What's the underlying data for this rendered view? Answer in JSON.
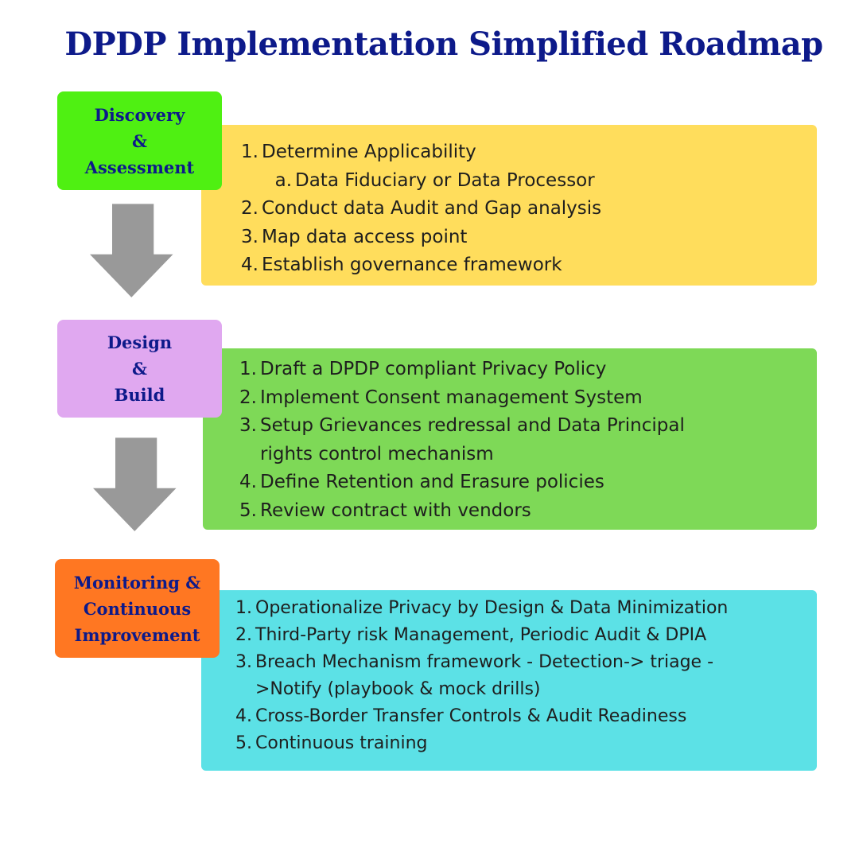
{
  "title": "DPDP Implementation Simplified Roadmap",
  "colors": {
    "title": "#0d1a8a",
    "stage1": "#4ff012",
    "panel1": "#ffdd5c",
    "stage2": "#e0a8f0",
    "panel2": "#7ed957",
    "stage3": "#ff7722",
    "panel3": "#5ce1e6",
    "arrow": "#999999"
  },
  "stages": [
    {
      "label_lines": [
        "Discovery",
        "&",
        "Assessment"
      ],
      "items": [
        {
          "num": "1.",
          "text": "Determine Applicability"
        },
        {
          "num": "a.",
          "text": "Data Fiduciary or Data Processor",
          "sub": true
        },
        {
          "num": "2.",
          "text": "Conduct data Audit and Gap analysis"
        },
        {
          "num": "3.",
          "text": "Map data access point"
        },
        {
          "num": "4.",
          "text": "Establish governance framework"
        }
      ]
    },
    {
      "label_lines": [
        "Design",
        "&",
        "Build"
      ],
      "items": [
        {
          "num": "1.",
          "text": "Draft a DPDP compliant Privacy Policy"
        },
        {
          "num": "2.",
          "text": "Implement Consent management System"
        },
        {
          "num": "3.",
          "text": "Setup Grievances redressal and Data Principal"
        },
        {
          "num": "",
          "text": "rights control mechanism"
        },
        {
          "num": "4.",
          "text": "Define Retention and Erasure policies"
        },
        {
          "num": "5.",
          "text": "Review contract with vendors"
        }
      ]
    },
    {
      "label_lines": [
        "Monitoring &",
        "Continuous",
        "Improvement"
      ],
      "items": [
        {
          "num": "1.",
          "text": "Operationalize Privacy by Design & Data Minimization"
        },
        {
          "num": "2.",
          "text": "Third-Party risk Management, Periodic Audit & DPIA"
        },
        {
          "num": "3.",
          "text": "Breach Mechanism framework - Detection-> triage -"
        },
        {
          "num": "",
          "text": ">Notify (playbook & mock drills)"
        },
        {
          "num": "4.",
          "text": "Cross-Border Transfer Controls & Audit Readiness"
        },
        {
          "num": "5.",
          "text": " Continuous training"
        }
      ]
    }
  ]
}
